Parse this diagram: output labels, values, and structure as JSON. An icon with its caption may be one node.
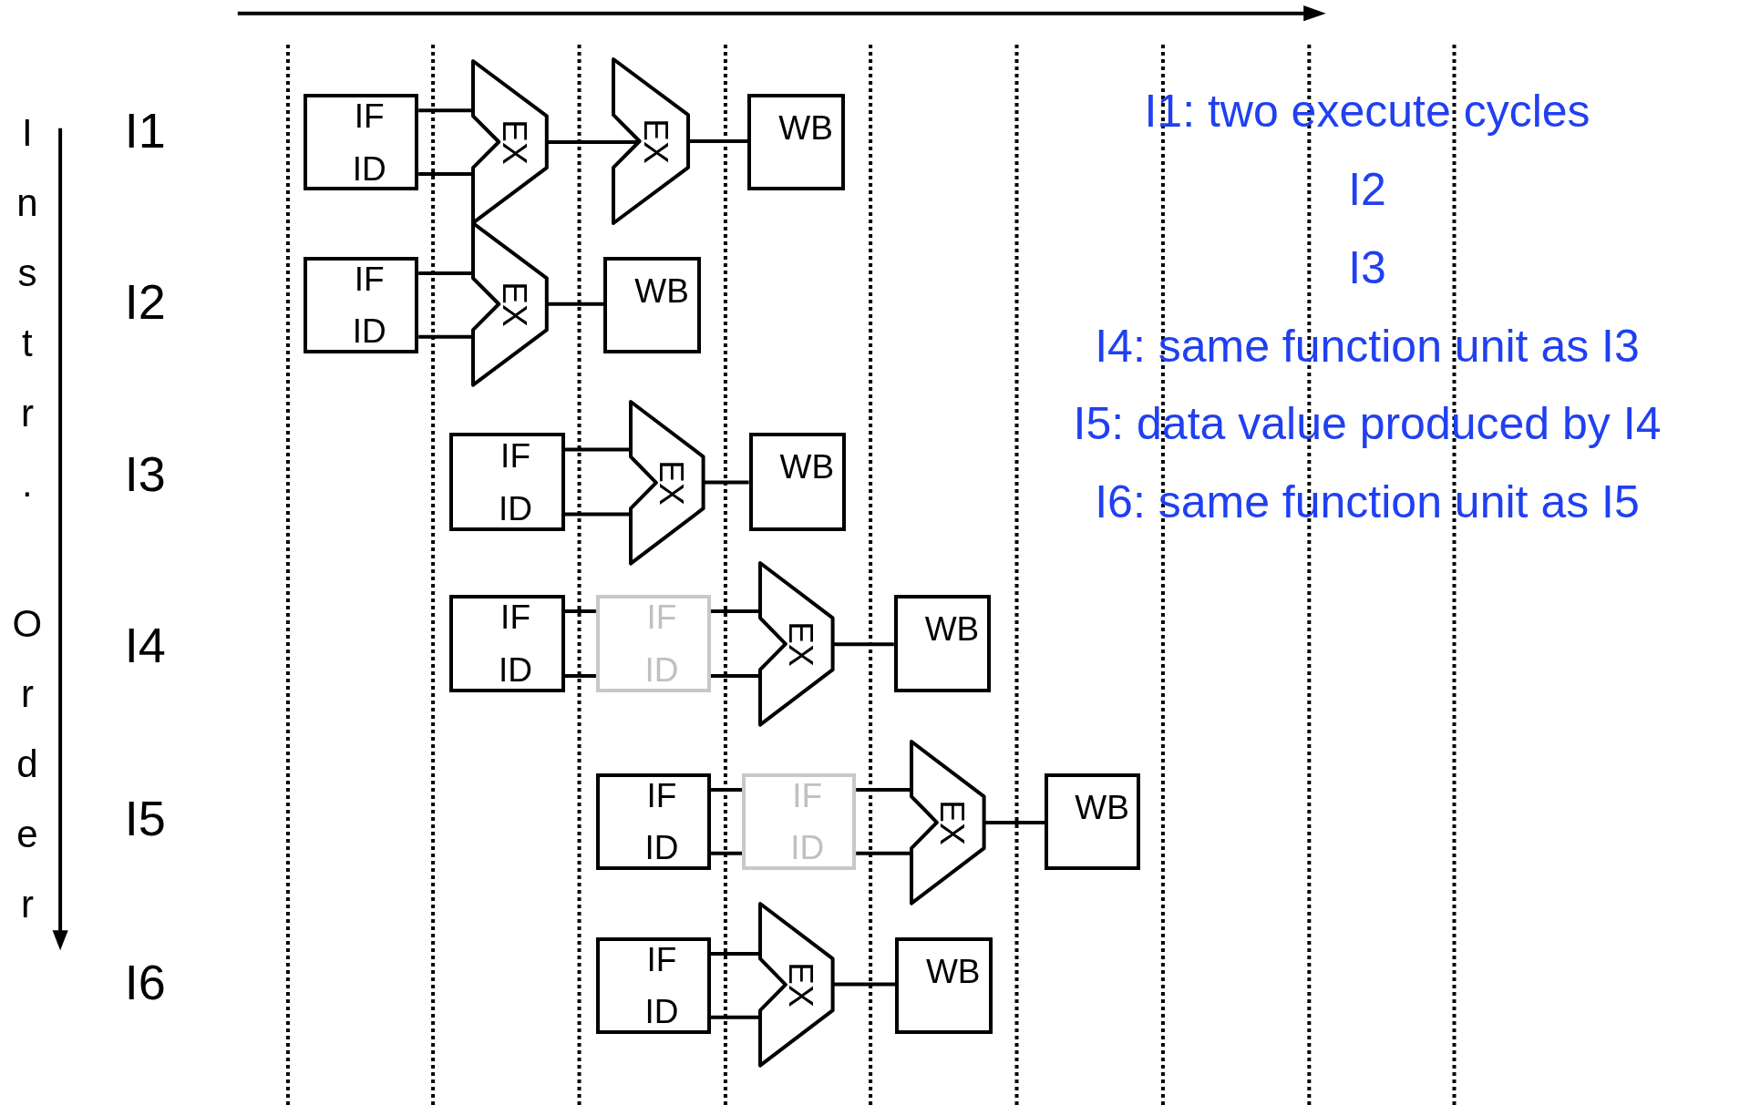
{
  "diagram": {
    "nodes": [
      {
        "text": [
          "IF",
          "ID"
        ]
      },
      {
        "text": [
          "EX"
        ]
      },
      {
        "text": [
          "EX"
        ]
      },
      {
        "text": [
          "WB"
        ]
      },
      {
        "text": [
          "IF",
          "ID"
        ]
      },
      {
        "text": [
          "EX"
        ]
      },
      {
        "text": [
          "WB"
        ]
      },
      {
        "text": [
          "IF",
          "ID"
        ]
      },
      {
        "text": [
          "EX"
        ]
      },
      {
        "text": [
          "WB"
        ]
      },
      {
        "text": [
          "IF",
          "ID"
        ]
      },
      {
        "text": [
          "IF",
          "ID"
        ]
      },
      {
        "text": [
          "EX"
        ]
      },
      {
        "text": [
          "WB"
        ]
      },
      {
        "text": [
          "IF",
          "ID"
        ]
      },
      {
        "text": [
          "IF",
          "ID"
        ]
      },
      {
        "text": [
          "EX"
        ]
      },
      {
        "text": [
          "WB"
        ]
      },
      {
        "text": [
          "IF",
          "ID"
        ]
      },
      {
        "text": [
          "EX"
        ]
      },
      {
        "text": [
          "WB"
        ]
      }
    ],
    "edges": [
      {
        "from": 0,
        "to": 1,
        "arrow": "none"
      },
      {
        "from": 0,
        "to": 1,
        "arrow": "none"
      },
      {
        "from": 1,
        "to": 2,
        "arrow": "none"
      },
      {
        "from": 2,
        "to": 3,
        "arrow": "none"
      },
      {
        "from": 4,
        "to": 5,
        "arrow": "none"
      },
      {
        "from": 4,
        "to": 5,
        "arrow": "none"
      },
      {
        "from": 5,
        "to": 6,
        "arrow": "none"
      },
      {
        "from": 7,
        "to": 8,
        "arrow": "none"
      },
      {
        "from": 7,
        "to": 8,
        "arrow": "none"
      },
      {
        "from": 8,
        "to": 9,
        "arrow": "none"
      },
      {
        "from": 10,
        "to": 11,
        "arrow": "none"
      },
      {
        "from": 10,
        "to": 11,
        "arrow": "none"
      },
      {
        "from": 11,
        "to": 12,
        "arrow": "none"
      },
      {
        "from": 11,
        "to": 12,
        "arrow": "none"
      },
      {
        "from": 12,
        "to": 13,
        "arrow": "none"
      },
      {
        "from": 14,
        "to": 15,
        "arrow": "none"
      },
      {
        "from": 14,
        "to": 15,
        "arrow": "none"
      },
      {
        "from": 15,
        "to": 16,
        "arrow": "none"
      },
      {
        "from": 15,
        "to": 16,
        "arrow": "none"
      },
      {
        "from": 16,
        "to": 17,
        "arrow": "none"
      },
      {
        "from": 18,
        "to": 19,
        "arrow": "none"
      },
      {
        "from": 18,
        "to": 19,
        "arrow": "none"
      },
      {
        "from": 19,
        "to": 20,
        "arrow": "none"
      }
    ],
    "labels": [
      "Instr. Order",
      "I1",
      "I2",
      "I3",
      "I4",
      "I5",
      "I6",
      "I1: two execute cycles",
      "I2",
      "I3",
      "I4: same function unit as I3",
      "I5: data value produced by I4",
      "I6: same function unit as I5"
    ]
  }
}
